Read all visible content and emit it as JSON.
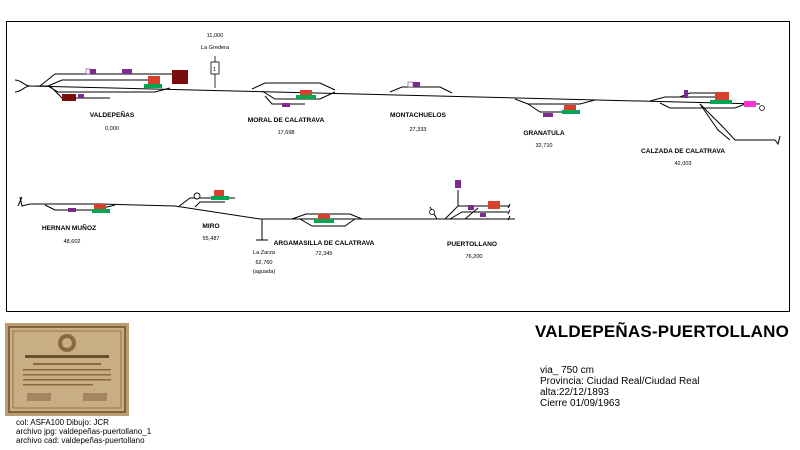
{
  "line_title": "VALDEPEÑAS-PUERTOLLANO",
  "info": {
    "via": "via_  750  cm",
    "provincia": "Provincia: Ciudad Real/Ciudad Real",
    "alta": "alta:22/12/1893",
    "cierre": "Cierre 01/09/1963"
  },
  "credits": {
    "line1": "col: ASFA100  Dibujo: JCR",
    "line2": "archivo jpg: valdepeñas-puertollano_1",
    "line3": "archivo cad: valdepeñas-puertollano"
  },
  "stations": [
    {
      "name": "VALDEPEÑAS",
      "km": "0,000"
    },
    {
      "name": "MORAL DE CALATRAVA",
      "km": "17,698"
    },
    {
      "name": "MONTACHUELOS",
      "km": "27,333"
    },
    {
      "name": "GRANATULA",
      "km": "32,710"
    },
    {
      "name": "CALZADA DE CALATRAVA",
      "km": "42,003"
    },
    {
      "name": "HERNAN MUÑOZ",
      "km": "48,602"
    },
    {
      "name": "MIRO",
      "km": "55,487"
    },
    {
      "name": "ARGAMASILLA DE CALATRAVA",
      "km": "72,345"
    },
    {
      "name": "PUERTOLLANO",
      "km": "76,200"
    }
  ],
  "stops": [
    {
      "km": "11,000",
      "name": "La Gredera"
    },
    {
      "name": "La Zarza",
      "km": "62,760",
      "note": "(aguada)"
    }
  ],
  "colors": {
    "track": "#000000",
    "platform": "#00a651",
    "building": "#d6402c",
    "warehouse": "#7a0e0e",
    "small_building": "#7b2d8e",
    "highlight": "#ff33cc"
  }
}
